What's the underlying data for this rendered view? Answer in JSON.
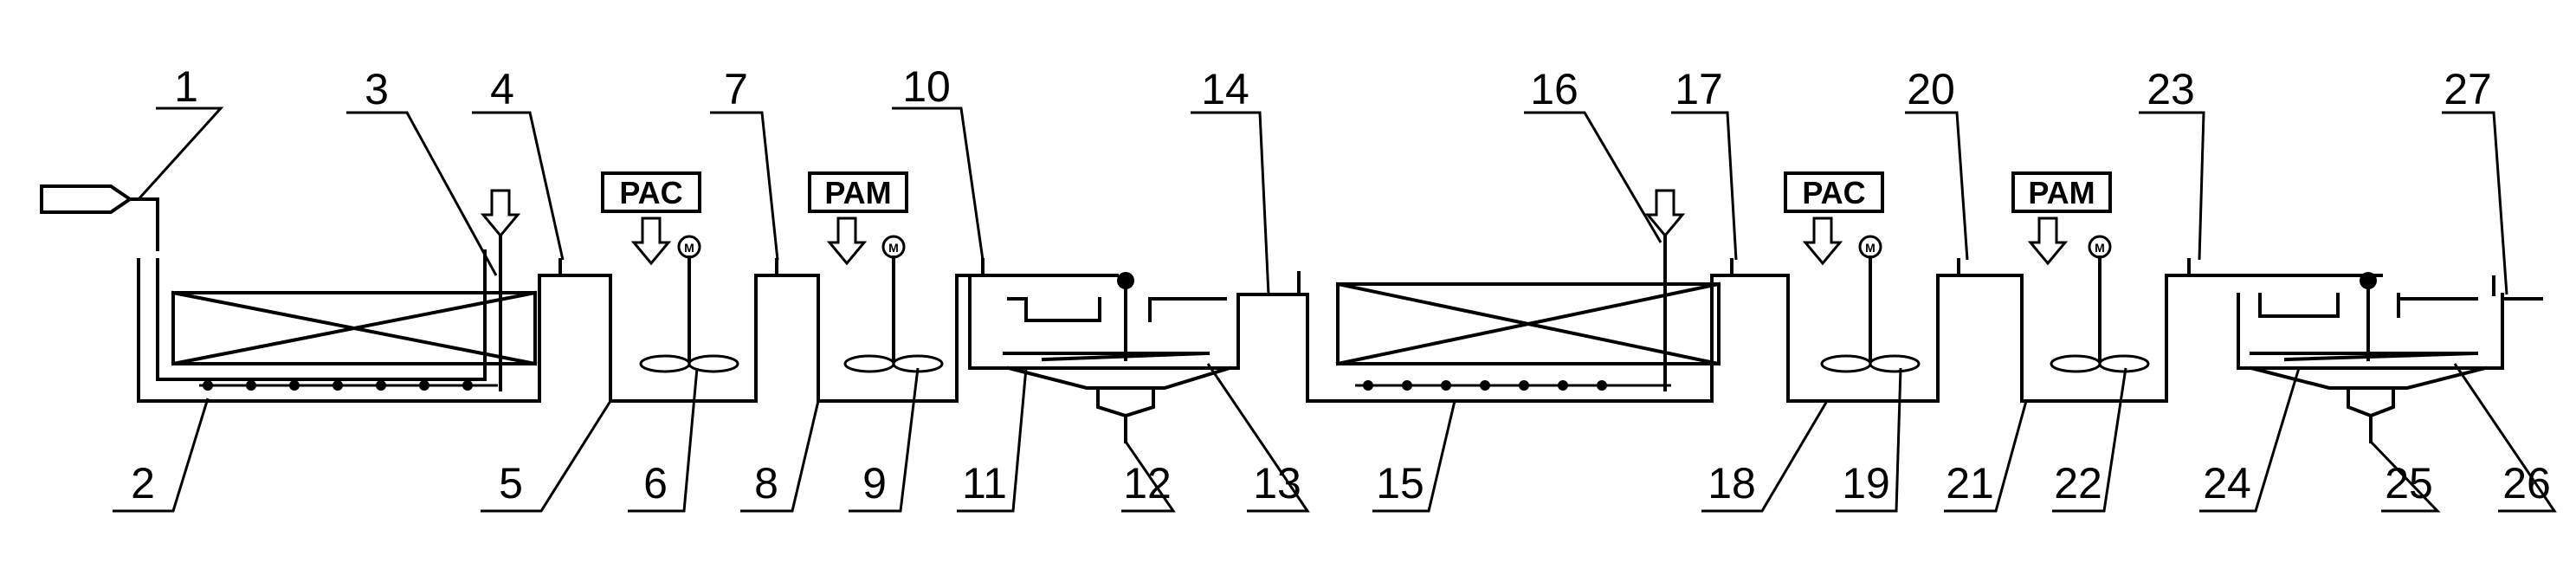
{
  "labels": {
    "n1": "1",
    "n2": "2",
    "n3": "3",
    "n4": "4",
    "n5": "5",
    "n6": "6",
    "n7": "7",
    "n8": "8",
    "n9": "9",
    "n10": "10",
    "n11": "11",
    "n12": "12",
    "n13": "13",
    "n14": "14",
    "n15": "15",
    "n16": "16",
    "n17": "17",
    "n18": "18",
    "n19": "19",
    "n20": "20",
    "n21": "21",
    "n22": "22",
    "n23": "23",
    "n24": "24",
    "n25": "25",
    "n26": "26",
    "n27": "27"
  },
  "chemicals": {
    "pac_1": "PAC",
    "pam_1": "PAM",
    "pac_2": "PAC",
    "pam_2": "PAM"
  }
}
